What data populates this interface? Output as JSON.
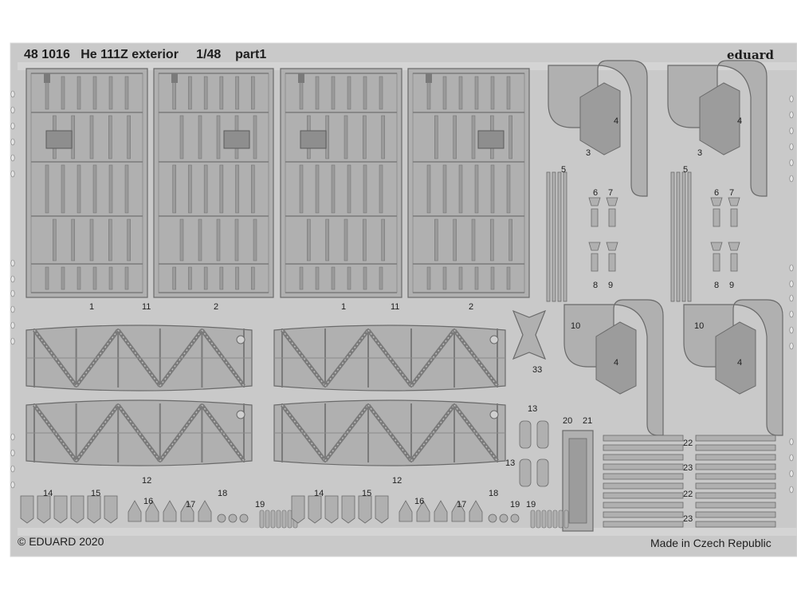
{
  "header": {
    "catalog_no": "48 1016",
    "subject": "He 111Z exterior",
    "scale": "1/48",
    "part": "part1",
    "brand": "eduard"
  },
  "footer": {
    "copyright": "© EDUARD 2020",
    "origin": "Made in Czech Republic"
  },
  "part_numbers": [
    "1",
    "2",
    "3",
    "4",
    "5",
    "6",
    "7",
    "8",
    "9",
    "10",
    "11",
    "12",
    "13",
    "14",
    "15",
    "16",
    "17",
    "18",
    "19",
    "20",
    "21",
    "22",
    "23",
    "33"
  ],
  "colors": {
    "fret": "#c9c9c9",
    "part": "#b0b0b0",
    "line": "#6a6a6a",
    "text": "#1e1e1e"
  }
}
